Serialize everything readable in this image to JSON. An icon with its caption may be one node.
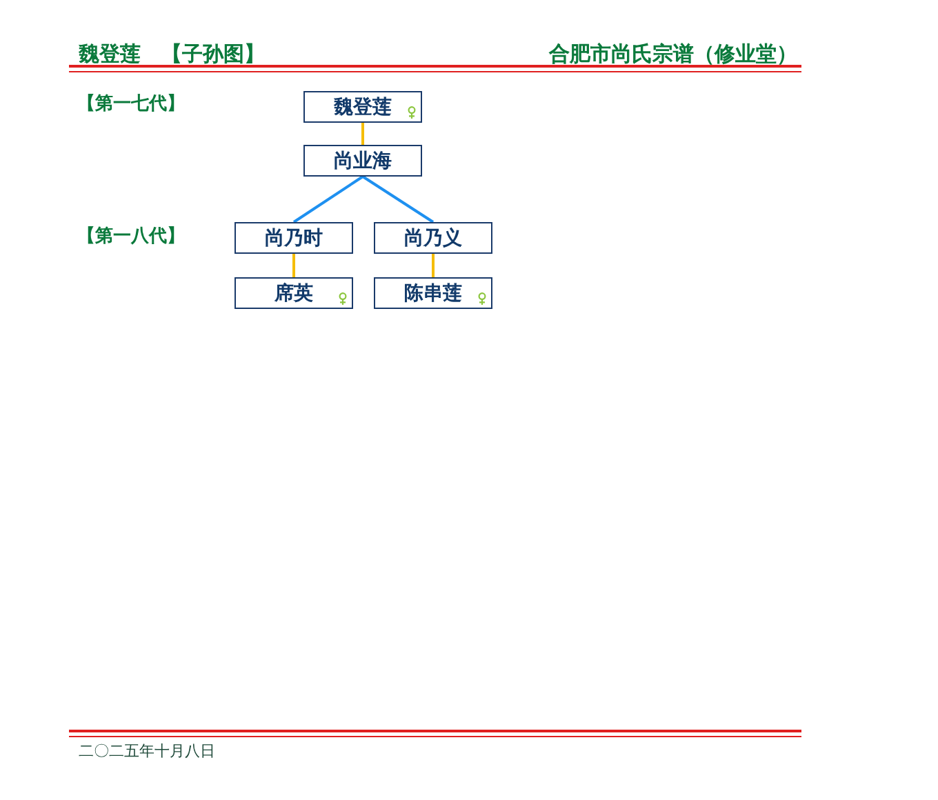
{
  "diagram": {
    "title": "魏登莲 【子孙图】",
    "nodes": [
      {
        "text": [
          "魏登莲"
        ]
      },
      {
        "text": [
          "尚业海"
        ]
      },
      {
        "text": [
          "尚乃时"
        ]
      },
      {
        "text": [
          "尚乃义"
        ]
      },
      {
        "text": [
          "席英"
        ]
      },
      {
        "text": [
          "陈串莲"
        ]
      }
    ],
    "edges": [
      {
        "from": 0,
        "to": 1,
        "arrow": "none"
      },
      {
        "from": 1,
        "to": 2,
        "arrow": "none",
        "color": "#1e90f0"
      },
      {
        "from": 1,
        "to": 3,
        "arrow": "none",
        "color": "#1e90f0"
      },
      {
        "from": 2,
        "to": 4,
        "arrow": "none"
      },
      {
        "from": 3,
        "to": 5,
        "arrow": "none"
      }
    ],
    "labels": [
      "合肥市尚氏宗谱（修业堂）",
      "【第一七代】",
      "【第一八代】",
      "二〇二五年十月八日"
    ]
  }
}
